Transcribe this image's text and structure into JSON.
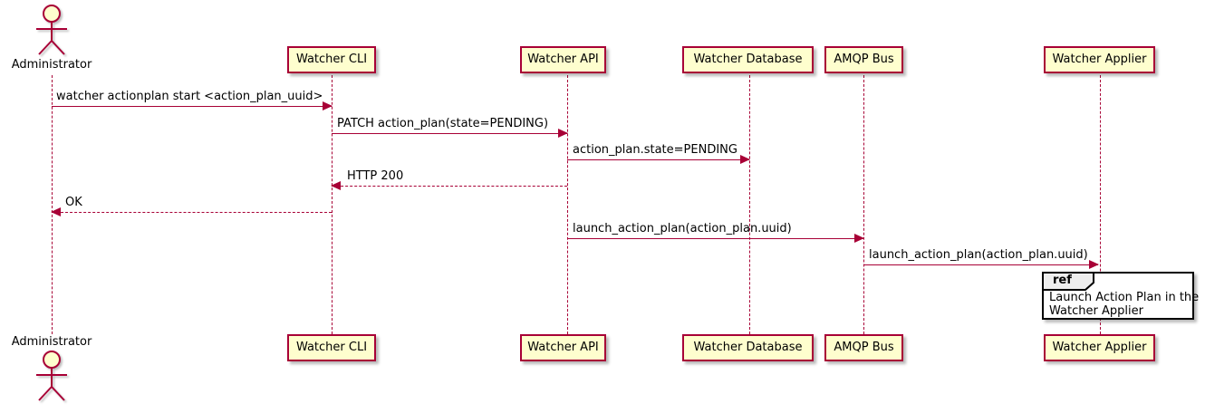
{
  "diagram": {
    "type": "sequence",
    "actor": {
      "name": "Administrator"
    },
    "participants": [
      {
        "name": "Watcher CLI"
      },
      {
        "name": "Watcher API"
      },
      {
        "name": "Watcher Database"
      },
      {
        "name": "AMQP Bus"
      },
      {
        "name": "Watcher Applier"
      }
    ],
    "messages": [
      {
        "from": "Administrator",
        "to": "Watcher CLI",
        "text": "watcher actionplan start <action_plan_uuid>",
        "style": "solid",
        "direction": "right"
      },
      {
        "from": "Watcher CLI",
        "to": "Watcher API",
        "text": "PATCH action_plan(state=PENDING)",
        "style": "solid",
        "direction": "right"
      },
      {
        "from": "Watcher API",
        "to": "Watcher Database",
        "text": "action_plan.state=PENDING",
        "style": "solid",
        "direction": "right"
      },
      {
        "from": "Watcher API",
        "to": "Watcher CLI",
        "text": "HTTP 200",
        "style": "dashed",
        "direction": "left"
      },
      {
        "from": "Watcher CLI",
        "to": "Administrator",
        "text": "OK",
        "style": "dashed",
        "direction": "left"
      },
      {
        "from": "Watcher API",
        "to": "AMQP Bus",
        "text": "launch_action_plan(action_plan.uuid)",
        "style": "solid",
        "direction": "right"
      },
      {
        "from": "AMQP Bus",
        "to": "Watcher Applier",
        "text": "launch_action_plan(action_plan.uuid)",
        "style": "solid",
        "direction": "right"
      }
    ],
    "ref": {
      "keyword": "ref",
      "line1": "Launch Action Plan in the",
      "line2": "Watcher Applier",
      "over": "Watcher Applier"
    },
    "colors": {
      "participant_fill": "#FEFECE",
      "participant_border": "#A80036",
      "lifeline": "#A80036",
      "arrow": "#A80036",
      "text": "#000000",
      "ref_border": "#000000",
      "ref_header_fill": "#EEEEEE",
      "background": "#FFFFFF"
    }
  }
}
